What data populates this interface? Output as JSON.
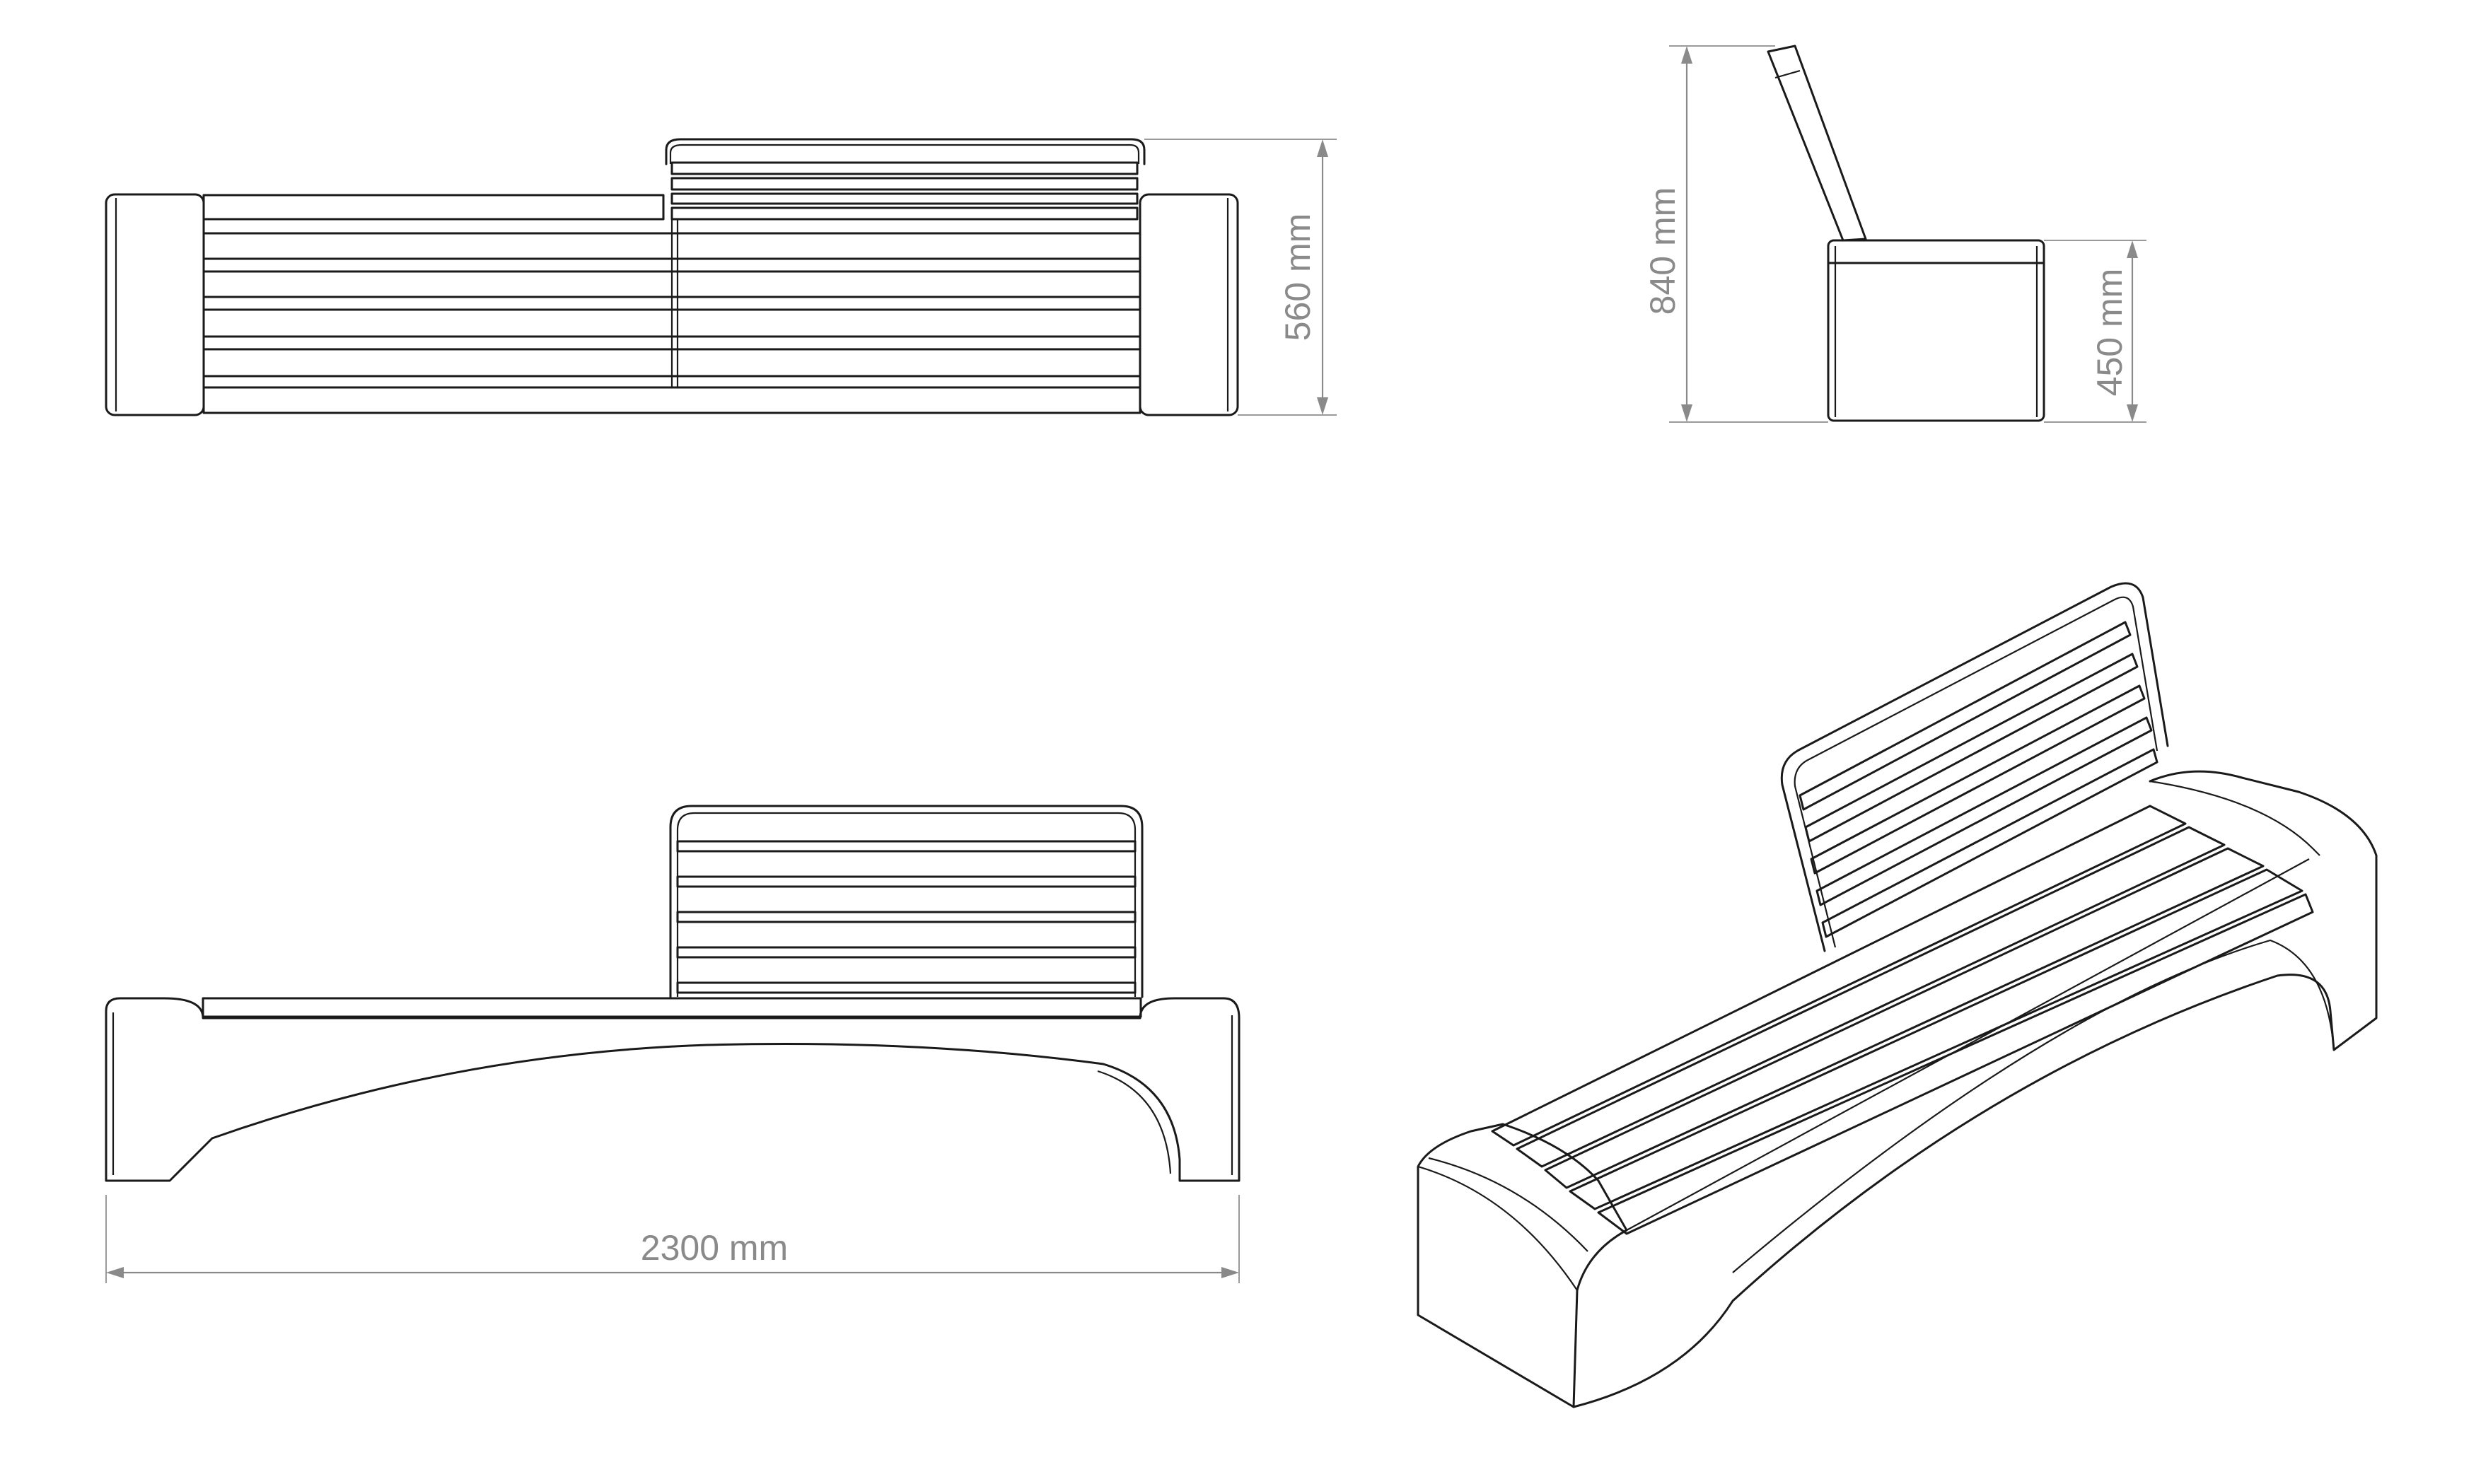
{
  "dimensions": {
    "depth": "560 mm",
    "total_height": "840 mm",
    "seat_height": "450 mm",
    "length": "2300 mm"
  },
  "colors": {
    "line": "#1a1a1a",
    "dimension": "#8a8a8a",
    "background": "#ffffff"
  }
}
